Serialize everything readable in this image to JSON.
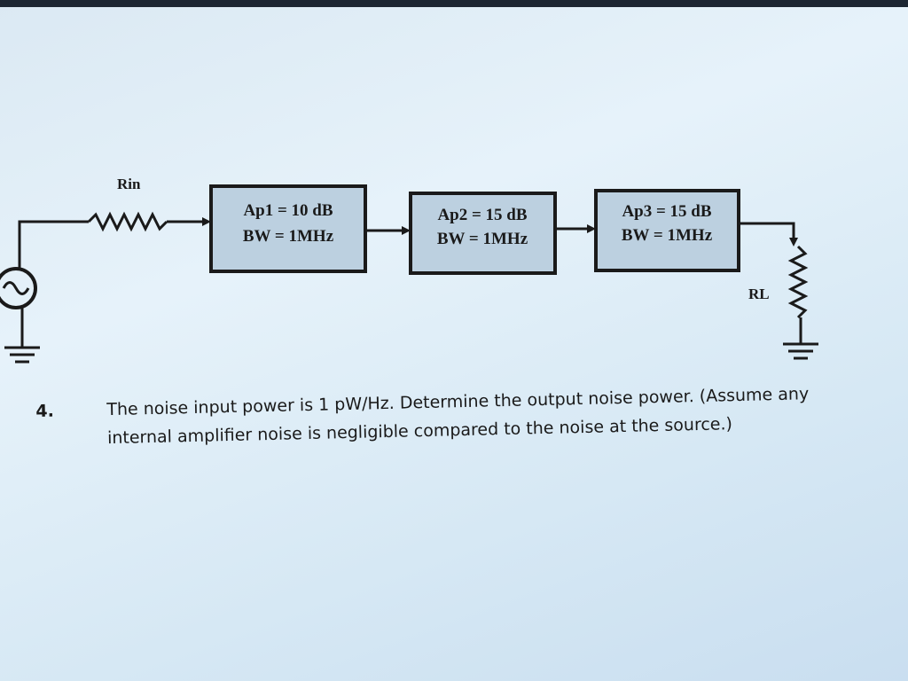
{
  "circuit": {
    "rin_label": "Rin",
    "rl_label": "RL",
    "amplifiers": [
      {
        "gain_label": "Ap1 = 10 dB",
        "bw_label": "BW = 1MHz"
      },
      {
        "gain_label": "Ap2 = 15 dB",
        "bw_label": "BW = 1MHz"
      },
      {
        "gain_label": "Ap3 = 15 dB",
        "bw_label": "BW = 1MHz"
      }
    ]
  },
  "problem": {
    "number": "4.",
    "text": "The noise input power is 1 pW/Hz. Determine the output noise power. (Assume any internal amplifier noise is negligible compared to the noise at the source.)"
  },
  "colors": {
    "amp_fill": "#bcd0e0",
    "ink": "#1a1a1a"
  }
}
